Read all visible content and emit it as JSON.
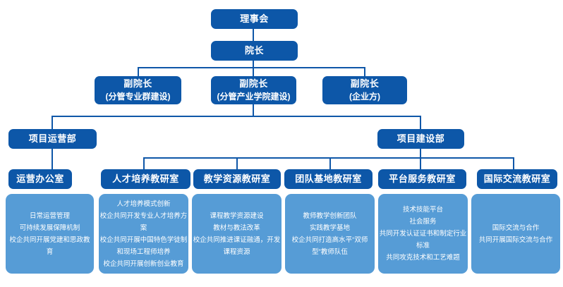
{
  "colors": {
    "node_dark_blue": "#0d57a8",
    "detail_light_blue": "#569cd6",
    "connector_blue": "#0f57a8",
    "text_white": "#ffffff",
    "background": "#ffffff"
  },
  "org": {
    "board": {
      "label": "理事会"
    },
    "dean": {
      "label": "院长"
    },
    "vice_deans": [
      {
        "line1": "副院长",
        "line2": "(分管专业群建设)"
      },
      {
        "line1": "副院长",
        "line2": "(分管产业学院建设)"
      },
      {
        "line1": "副院长",
        "line2": "(企业方)"
      }
    ],
    "departments": [
      {
        "label": "项目运营部"
      },
      {
        "label": "项目建设部"
      }
    ],
    "offices": [
      {
        "label": "运营办公室"
      },
      {
        "label": "人才培养教研室"
      },
      {
        "label": "教学资源教研室"
      },
      {
        "label": "团队基地教研室"
      },
      {
        "label": "平台服务教研室"
      },
      {
        "label": "国际交流教研室"
      }
    ],
    "detail_boxes": [
      {
        "items": [
          "日常运营管理",
          "可持续发展保障机制",
          "校企共同开展党建和思政教育"
        ]
      },
      {
        "items": [
          "人才培养模式创新",
          "校企共同开发专业人才培养方案",
          "校企共同开展中国特色学徒制和现场工程师培养",
          "校企共同开展创新创业教育"
        ]
      },
      {
        "items": [
          "课程教学资源建设",
          "教材与教法改革",
          "校企共同推进课证融通，开发课程资源"
        ]
      },
      {
        "items": [
          "教师教学创新团队",
          "实践教学基地",
          "校企共同打造高水平“双师型”教师队伍"
        ]
      },
      {
        "items": [
          "技术技能平台",
          "社会服务",
          "共同开发认证证书和制定行业标准",
          "共同攻克技术和工艺难题"
        ]
      },
      {
        "items": [
          "国际交流与合作",
          "共同开展国际交流与合作"
        ]
      }
    ]
  }
}
